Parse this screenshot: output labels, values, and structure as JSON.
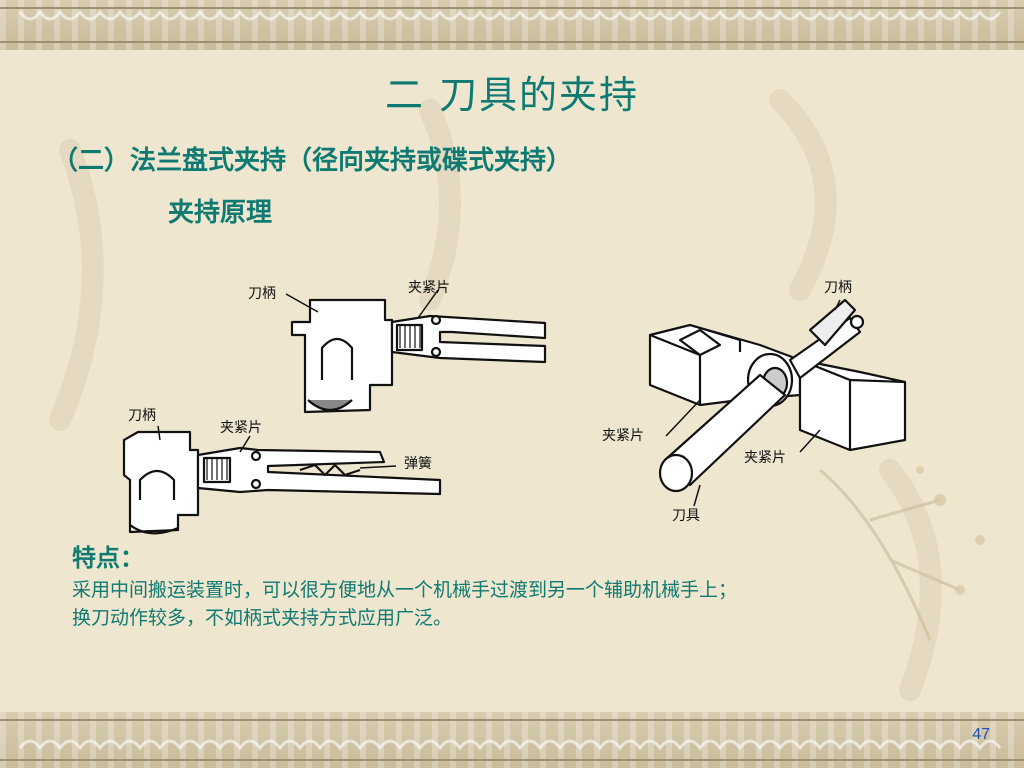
{
  "slide": {
    "title": "二  刀具的夹持",
    "subtitle": "（二）法兰盘式夹持（径向夹持或碟式夹持）",
    "section_heading": "夹持原理",
    "page_number": "47"
  },
  "diagram": {
    "left_top": {
      "label_handle": "刀柄",
      "label_clamp": "夹紧片"
    },
    "left_bottom": {
      "label_handle": "刀柄",
      "label_clamp": "夹紧片",
      "label_spring": "弹簧"
    },
    "right": {
      "label_handle": "刀柄",
      "label_clamp_left": "夹紧片",
      "label_clamp_right": "夹紧片",
      "label_tool": "刀具"
    }
  },
  "features": {
    "heading": "特点：",
    "lines": [
      "采用中间搬运装置时，可以很方便地从一个机械手过渡到另一个辅助机械手上；",
      "换刀动作较多，不如柄式夹持方式应用广泛。"
    ]
  },
  "colors": {
    "background": "#efe6cf",
    "accent_text": "#0f7a72",
    "page_number": "#1f4fb5"
  }
}
